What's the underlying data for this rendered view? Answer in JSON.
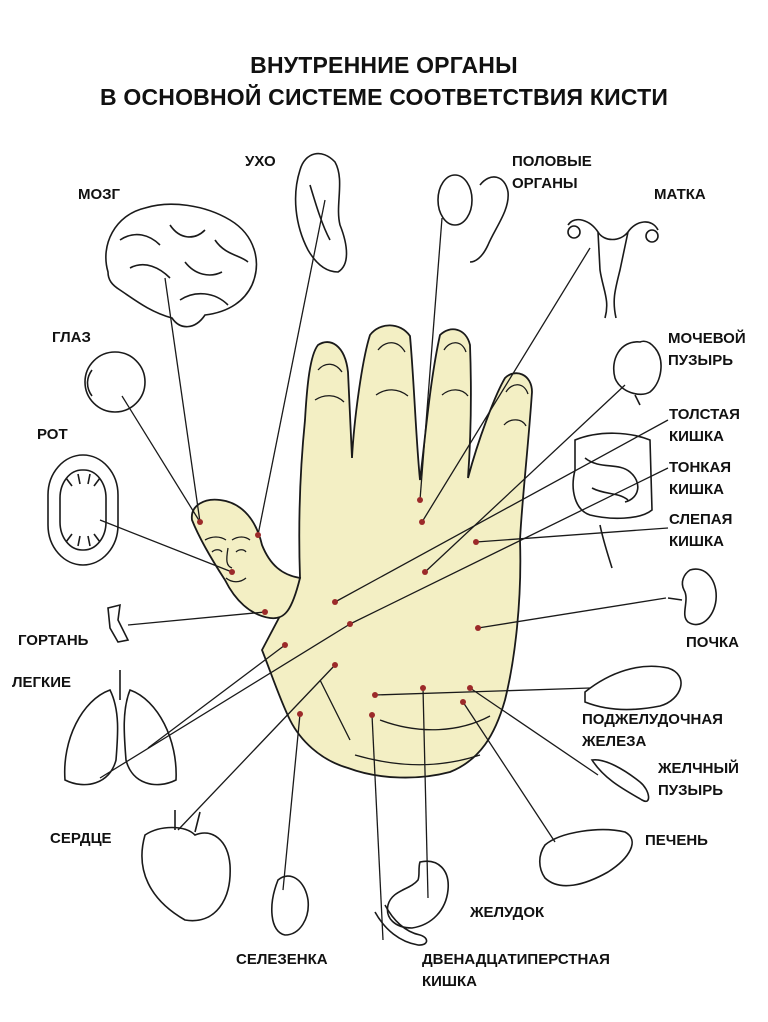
{
  "title": {
    "line1": "ВНУТРЕННИЕ ОРГАНЫ",
    "line2": "В ОСНОВНОЙ СИСТЕМЕ СООТВЕТСТВИЯ КИСТИ"
  },
  "labels": {
    "ear": "УХО",
    "brain": "МОЗГ",
    "genitals": [
      "ПОЛОВЫЕ",
      "ОРГАНЫ"
    ],
    "uterus": "МАТКА",
    "eye": "ГЛАЗ",
    "bladder": [
      "МОЧЕВОЙ",
      "ПУЗЫРЬ"
    ],
    "mouth": "РОТ",
    "colon": [
      "ТОЛСТАЯ",
      "КИШКА"
    ],
    "small_intestine": [
      "ТОНКАЯ",
      "КИШКА"
    ],
    "cecum": [
      "СЛЕПАЯ",
      "КИШКА"
    ],
    "larynx": "ГОРТАНЬ",
    "kidney": "ПОЧКА",
    "lungs": "ЛЕГКИЕ",
    "pancreas": [
      "ПОДЖЕЛУДОЧНАЯ",
      "ЖЕЛЕЗА"
    ],
    "gallbladder": [
      "ЖЕЛЧНЫЙ",
      "ПУЗЫРЬ"
    ],
    "heart": "СЕРДЦЕ",
    "liver": "ПЕЧЕНЬ",
    "stomach": "ЖЕЛУДОК",
    "spleen": "СЕЛЕЗЕНКА",
    "duodenum": [
      "ДВЕНАДЦАТИПЕРСТНАЯ",
      "КИШКА"
    ]
  },
  "colors": {
    "palm_fill": "#f3efc4",
    "line": "#1a1a1a",
    "point": "#9c2a2a"
  }
}
